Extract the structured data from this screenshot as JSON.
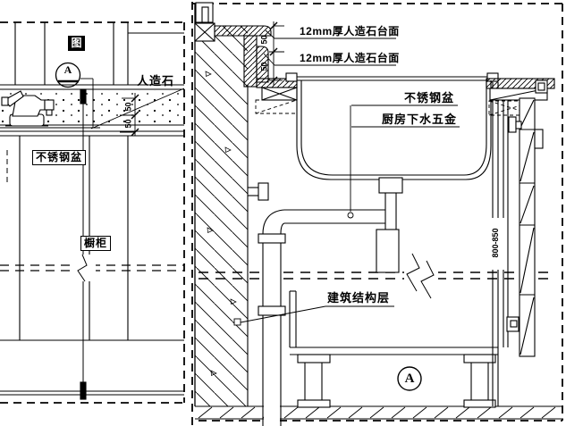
{
  "colors": {
    "background": "#ffffff",
    "line": "#000000"
  },
  "left_view": {
    "tag": "图",
    "section_marker_label": "A",
    "stone_label": "人造石",
    "sink_label": "不锈钢盆",
    "cabinet_label": "橱柜",
    "dim_upper": "50",
    "dim_lower": "50"
  },
  "right_view": {
    "countertop_callout_1": "12mm厚人造石台面",
    "countertop_callout_2": "12mm厚人造石台面",
    "sink_label": "不锈钢盆",
    "drain_label": "厨房下水五金",
    "structure_label": "建筑结构层",
    "dim_edge_upper": "50",
    "dim_edge_lower": "50",
    "dim_cabinet_height": "800-850",
    "detail_marker_label": "A"
  }
}
